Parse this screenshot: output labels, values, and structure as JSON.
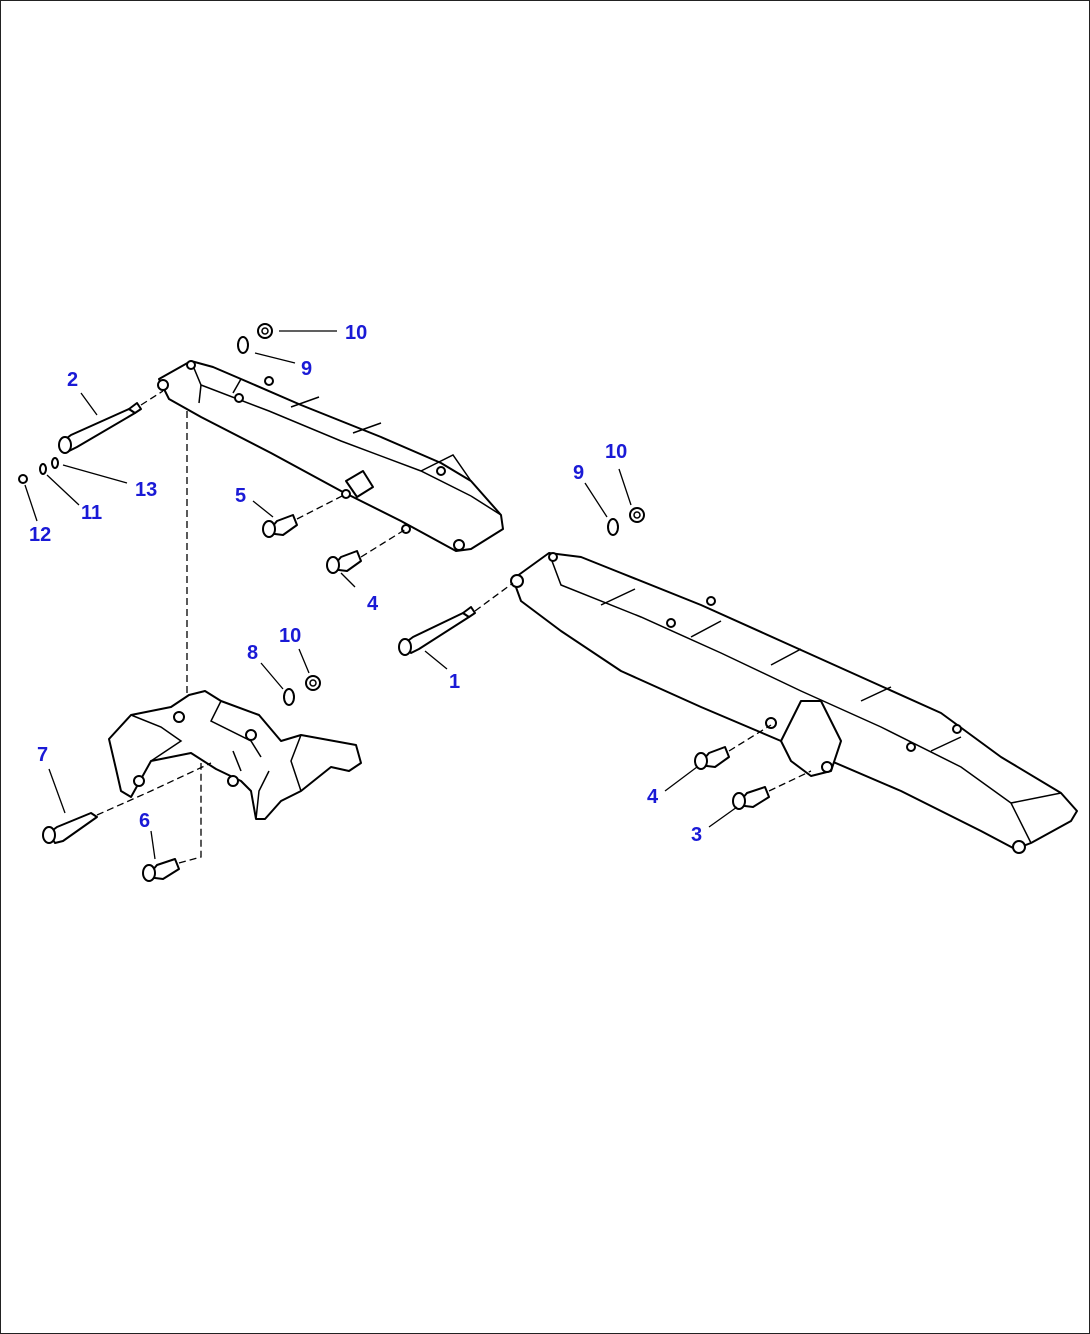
{
  "diagram": {
    "callouts": [
      {
        "id": "c10a",
        "text": "10"
      },
      {
        "id": "c9a",
        "text": "9"
      },
      {
        "id": "c2",
        "text": "2"
      },
      {
        "id": "c13",
        "text": "13"
      },
      {
        "id": "c11",
        "text": "11"
      },
      {
        "id": "c12",
        "text": "12"
      },
      {
        "id": "c5",
        "text": "5"
      },
      {
        "id": "c4a",
        "text": "4"
      },
      {
        "id": "c10b",
        "text": "10"
      },
      {
        "id": "c9b",
        "text": "9"
      },
      {
        "id": "c1",
        "text": "1"
      },
      {
        "id": "c8",
        "text": "8"
      },
      {
        "id": "c10c",
        "text": "10"
      },
      {
        "id": "c7",
        "text": "7"
      },
      {
        "id": "c6",
        "text": "6"
      },
      {
        "id": "c4b",
        "text": "4"
      },
      {
        "id": "c3",
        "text": "3"
      }
    ],
    "colors": {
      "callout": "#1a1ad6",
      "line": "#000000",
      "background": "#ffffff"
    }
  }
}
